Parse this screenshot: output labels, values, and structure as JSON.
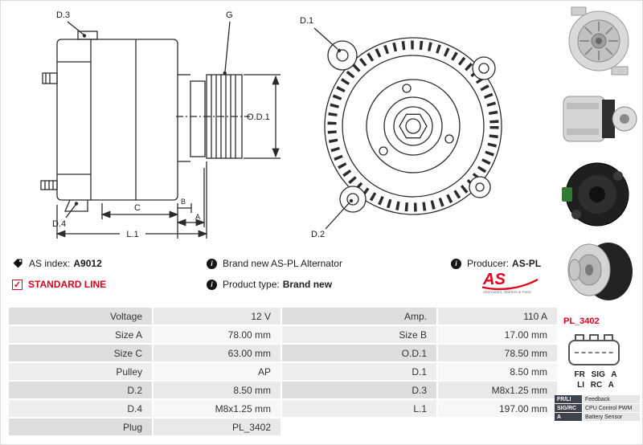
{
  "colors": {
    "brand_red": "#e2001a"
  },
  "info": {
    "as_index_label": "AS index:",
    "as_index_value": "A9012",
    "standard_line": "STANDARD LINE",
    "brand_new_text": "Brand new AS-PL Alternator",
    "product_type_label": "Product type:",
    "product_type_value": "Brand new",
    "producer_label": "Producer:",
    "producer_value": "AS-PL"
  },
  "logo": {
    "text": "AS",
    "caption": "Alternators, Starters & Parts"
  },
  "icons": {
    "info_glyph": "i",
    "check_glyph": "✓"
  },
  "drawing_side": {
    "d3": "D.3",
    "g": "G",
    "od1": "O.D.1",
    "d4": "D.4",
    "c": "C",
    "b": "B",
    "a": "A",
    "l1": "L.1"
  },
  "drawing_front": {
    "d1": "D.1",
    "d2": "D.2"
  },
  "spec_table": {
    "rows": [
      {
        "k1": "Voltage",
        "v1": "12 V",
        "k2": "Amp.",
        "v2": "110 A"
      },
      {
        "k1": "Size A",
        "v1": "78.00 mm",
        "k2": "Size B",
        "v2": "17.00 mm"
      },
      {
        "k1": "Size C",
        "v1": "63.00 mm",
        "k2": "O.D.1",
        "v2": "78.50 mm"
      },
      {
        "k1": "Pulley",
        "v1": "AP",
        "k2": "D.1",
        "v2": "8.50 mm"
      },
      {
        "k1": "D.2",
        "v1": "8.50 mm",
        "k2": "D.3",
        "v2": "M8x1.25 mm"
      },
      {
        "k1": "D.4",
        "v1": "M8x1.25 mm",
        "k2": "L.1",
        "v2": "197.00 mm"
      },
      {
        "k1": "Plug",
        "v1": "PL_3402",
        "k2": "",
        "v2": ""
      }
    ]
  },
  "plug": {
    "name": "PL_3402",
    "pin_row1": "FR SIG A",
    "pin_row2": "LI RC A",
    "legend": [
      {
        "key": "FR/LI",
        "value": "Feedback"
      },
      {
        "key": "SIG/RC",
        "value": "CPU Control PWM"
      },
      {
        "key": "A",
        "value": "Battery Sensor"
      }
    ]
  }
}
